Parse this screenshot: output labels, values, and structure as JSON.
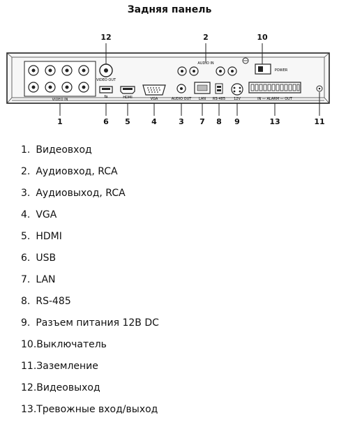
{
  "title": "Задняя панель",
  "panel": {
    "port_labels": {
      "video_in": "VIDEO IN",
      "video_out": "VIDEO OUT",
      "hdmi": "HDMI",
      "vga": "VGA",
      "audio_out": "AUDIO OUT",
      "audio_in": "AUDIO IN",
      "lan": "LAN",
      "rs485": "RS-485",
      "power_dc": "12V",
      "power": "POWER",
      "alarm": "IN — ALARM — OUT"
    },
    "callouts": [
      "1",
      "2",
      "3",
      "4",
      "5",
      "6",
      "7",
      "8",
      "9",
      "10",
      "11",
      "12",
      "13"
    ]
  },
  "legend": [
    {
      "num": "1.",
      "text": "Видеовход"
    },
    {
      "num": "2.",
      "text": "Аудиовход, RCA"
    },
    {
      "num": "3.",
      "text": "Аудиовыход, RCA"
    },
    {
      "num": "4.",
      "text": "VGA"
    },
    {
      "num": "5.",
      "text": "HDMI"
    },
    {
      "num": "6.",
      "text": "USB"
    },
    {
      "num": "7.",
      "text": "LAN"
    },
    {
      "num": "8.",
      "text": "RS-485"
    },
    {
      "num": "9.",
      "text": "Разъем питания 12В DC"
    },
    {
      "num": "10.",
      "text": "Выключатель"
    },
    {
      "num": "11.",
      "text": "Заземление"
    },
    {
      "num": "12.",
      "text": "Видеовыход"
    },
    {
      "num": "13.",
      "text": "Тревожные вход/выход"
    }
  ]
}
